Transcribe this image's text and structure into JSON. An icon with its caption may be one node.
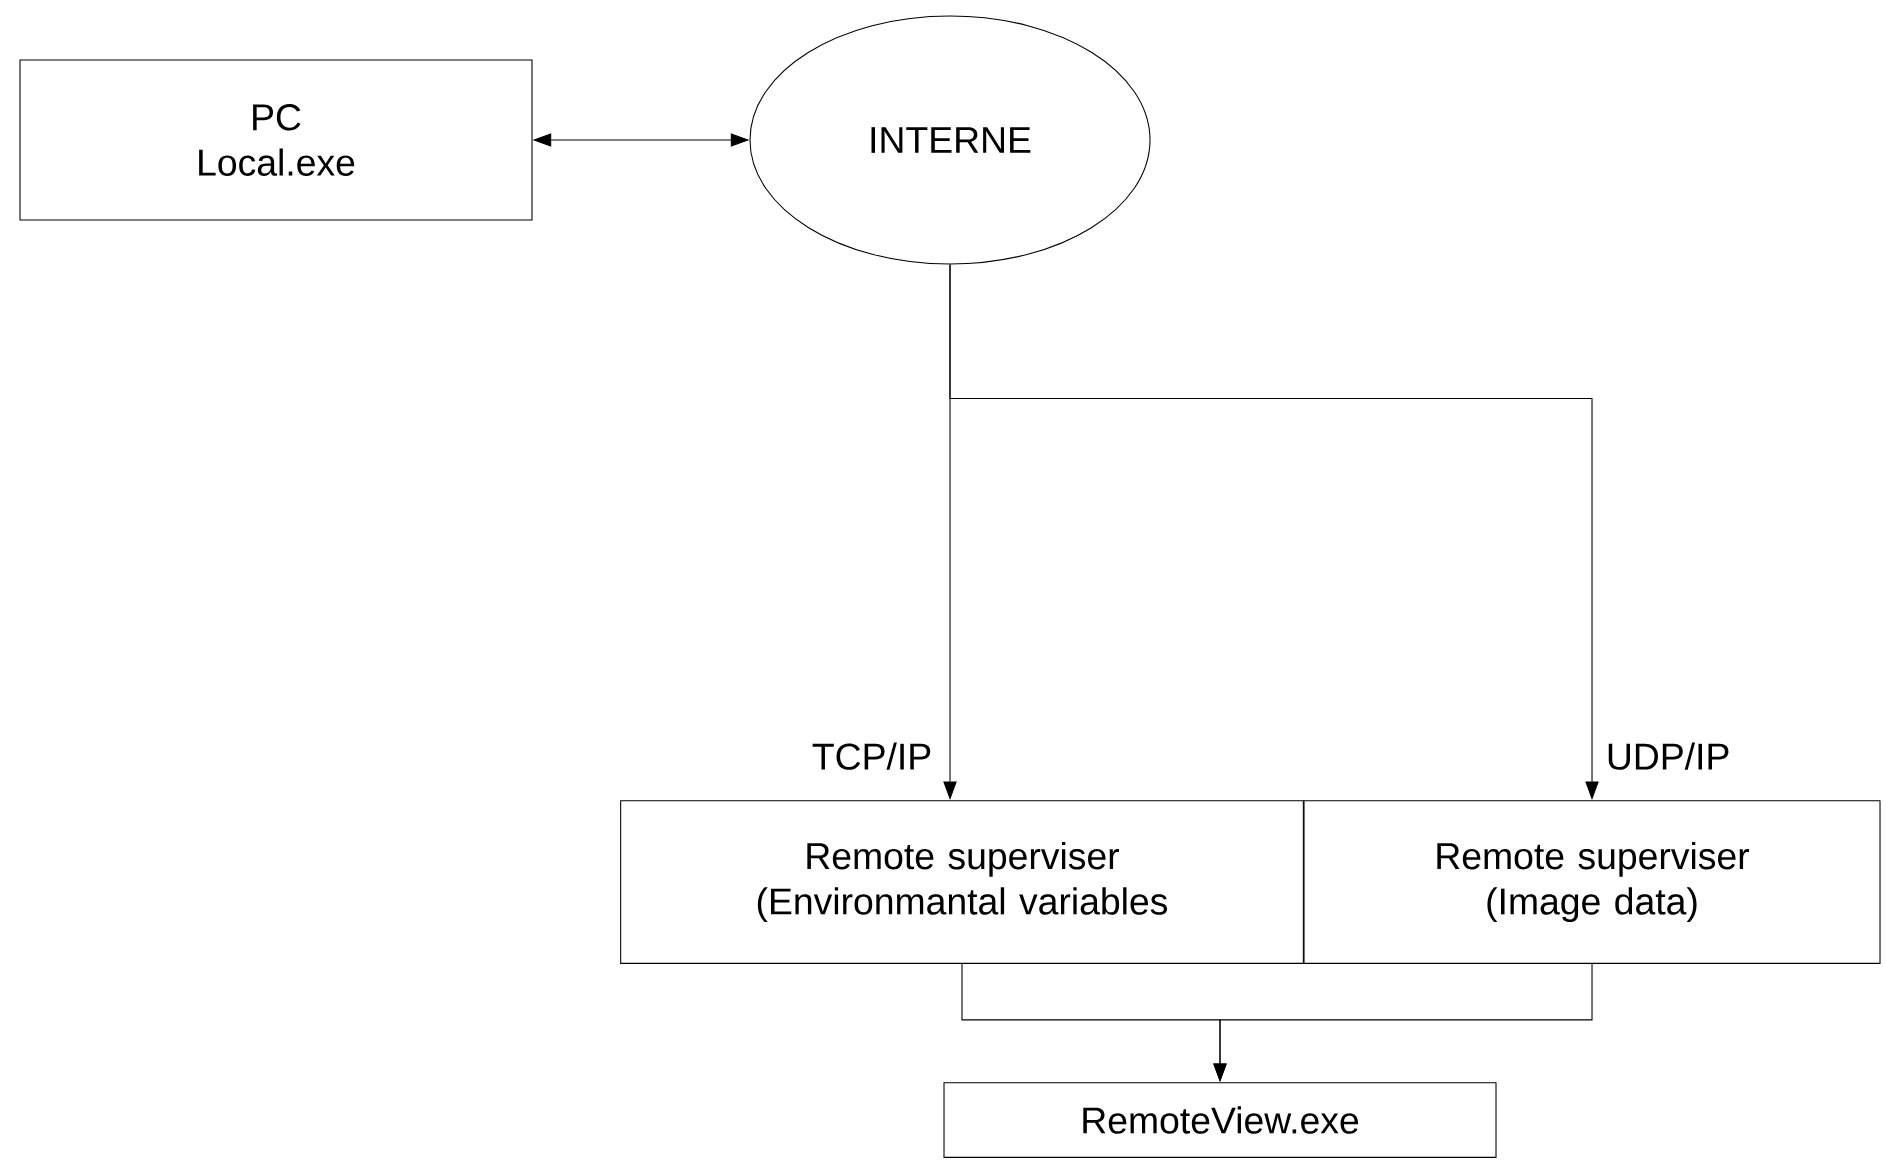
{
  "diagram": {
    "nodes": [
      {
        "text": [
          "PC",
          "Local.exe"
        ]
      },
      {
        "text": [
          "INTERNE"
        ]
      },
      {
        "text": [
          "Remote superviser (Environmantal variables"
        ]
      },
      {
        "text": [
          "Remote superviser (Image data)"
        ]
      },
      {
        "text": [
          "RemoteView.exe"
        ]
      }
    ],
    "edges": [
      {
        "from": 0,
        "to": 1,
        "arrow": "both"
      },
      {
        "from": 1,
        "to": 2,
        "arrow": "to",
        "label": "TCP/IP"
      },
      {
        "from": 1,
        "to": 3,
        "arrow": "to",
        "label": "UDP/IP"
      },
      {
        "from": 2,
        "to": 4,
        "arrow": "to"
      },
      {
        "from": 3,
        "to": 4,
        "arrow": "to"
      }
    ]
  }
}
